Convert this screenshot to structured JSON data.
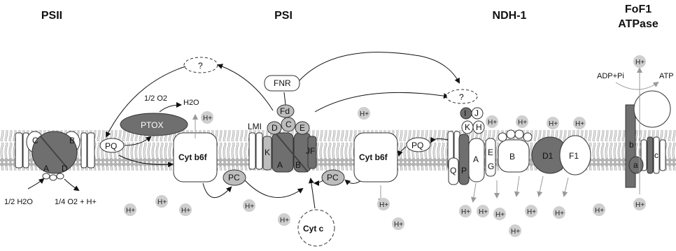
{
  "headers": {
    "psii": "PSII",
    "psi": "PSI",
    "ndh1": "NDH-1",
    "atpase_top": "FoF1",
    "atpase_bottom": "ATPase"
  },
  "labels": {
    "ptox": "PTOX",
    "fnr": "FNR",
    "unknown": "?",
    "pq": "PQ",
    "pc": "PC",
    "cyt_b6f": "Cyt b6f",
    "cyt_c": "Cyt c",
    "o2": "1/2 O2",
    "h2o": "H2O",
    "half_h2o": "1/2 H2O",
    "quarter_o2": "1/4 O2 + H+",
    "adp": "ADP+Pi",
    "atp": "ATP",
    "h_plus": "H+"
  },
  "psii_subunits": [
    "C",
    "B",
    "A",
    "D"
  ],
  "psi_subunits": [
    "LMI",
    "K",
    "A",
    "B",
    "JF",
    "D",
    "C",
    "E",
    "Fd"
  ],
  "ndh_subunits": [
    "I",
    "J",
    "K",
    "H",
    "Q",
    "P",
    "A",
    "E",
    "G",
    "B",
    "D1",
    "F1"
  ],
  "atpase_subunits": [
    "b",
    "a",
    "c"
  ],
  "colors": {
    "membrane": "#c9c9c9",
    "dark_subunit": "#6f6f6f",
    "light_subunit": "#bdbdbd",
    "proton_bubble": "#cfcfcf"
  }
}
